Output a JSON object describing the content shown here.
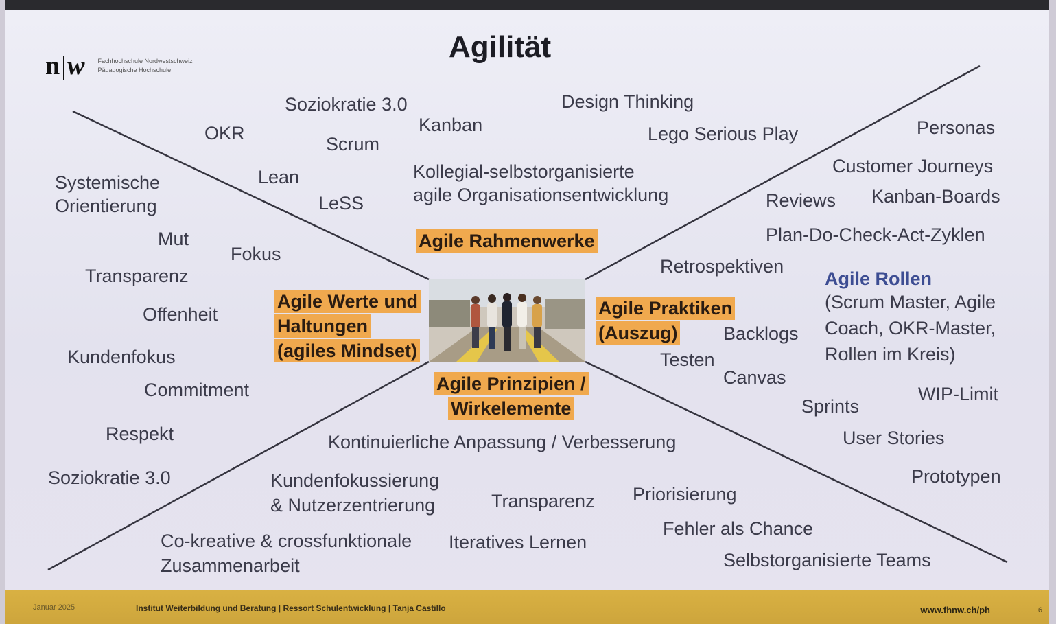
{
  "slide": {
    "title": "Agilität",
    "logo": {
      "mark_left": "n",
      "mark_right": "w",
      "line1": "Fachhochschule Nordwestschweiz",
      "line2": "Pädagogische Hochschule"
    },
    "categories": {
      "values": [
        "Agile Werte und",
        "Haltungen",
        "(agiles Mindset)"
      ],
      "frameworks": "Agile Rahmenwerke",
      "practices": [
        "Agile Praktiken",
        "(Auszug)"
      ],
      "principles": [
        "Agile Prinzipien /",
        "Wirkelemente"
      ]
    },
    "frameworks_items": {
      "soziokratie": "Soziokratie 3.0",
      "okr": "OKR",
      "scrum": "Scrum",
      "kanban": "Kanban",
      "design_thinking": "Design Thinking",
      "lego": "Lego Serious Play",
      "lean": "Lean",
      "less": "LeSS",
      "kollegial_1": "Kollegial-selbstorganisierte",
      "kollegial_2": "agile Organisationsentwicklung"
    },
    "values_items": {
      "systemische_1": "Systemische",
      "systemische_2": "Orientierung",
      "mut": "Mut",
      "fokus": "Fokus",
      "transparenz": "Transparenz",
      "offenheit": "Offenheit",
      "kundenfokus": "Kundenfokus",
      "commitment": "Commitment",
      "respekt": "Respekt",
      "soziokratie": "Soziokratie 3.0"
    },
    "practices_items": {
      "personas": "Personas",
      "customer_journeys": "Customer Journeys",
      "reviews": "Reviews",
      "kanban_boards": "Kanban-Boards",
      "pdca": "Plan-Do-Check-Act-Zyklen",
      "retrospektiven": "Retrospektiven",
      "agile_rollen": "Agile Rollen",
      "rollen_1": "(Scrum Master, Agile",
      "rollen_2": "Coach, OKR-Master,",
      "rollen_3": "Rollen im Kreis)",
      "backlogs": "Backlogs",
      "testen": "Testen",
      "canvas": "Canvas",
      "sprints": "Sprints",
      "wip": "WIP-Limit",
      "user_stories": "User Stories",
      "prototypen": "Prototypen"
    },
    "principles_items": {
      "kontinuierlich": "Kontinuierliche Anpassung / Verbesserung",
      "kundenfokussierung_1": "Kundenfokussierung",
      "kundenfokussierung_2": "& Nutzerzentrierung",
      "transparenz": "Transparenz",
      "priorisierung": "Priorisierung",
      "fehler": "Fehler als Chance",
      "cokreativ_1": "Co-kreative & crossfunktionale",
      "cokreativ_2": "Zusammenarbeit",
      "iteratives": "Iteratives Lernen",
      "selbstorganisiert": "Selbstorganisierte Teams"
    },
    "footer": {
      "date": "Januar 2025",
      "info": "Institut Weiterbildung und Beratung | Ressort Schulentwicklung | Tanja Castillo",
      "url": "www.fhnw.ch/ph",
      "page": "6"
    },
    "colors": {
      "highlight": "#f0a94e",
      "text": "#3b3b4a",
      "accent_blue": "#3d4d93",
      "footer": "#d9b143",
      "lines": "#35343f"
    }
  }
}
